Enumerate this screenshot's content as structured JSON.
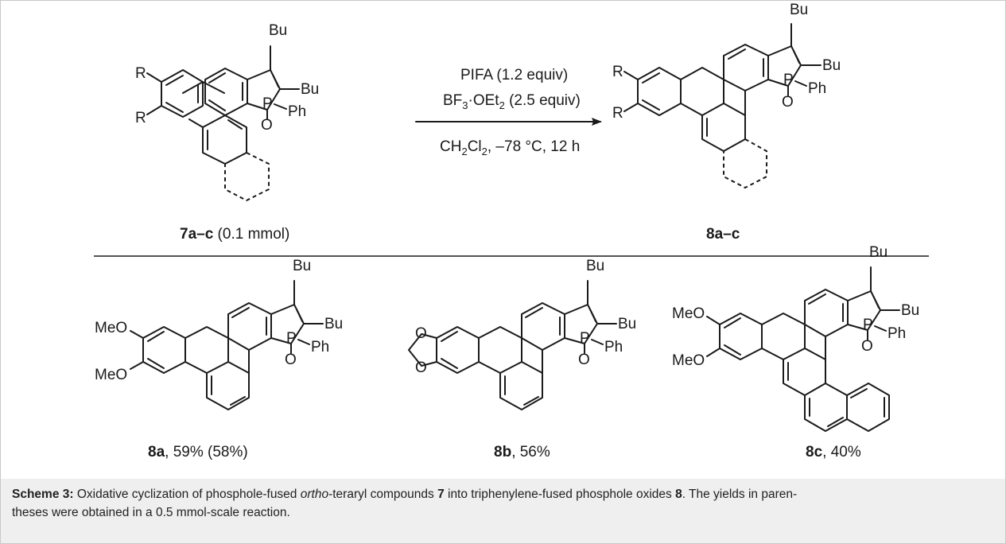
{
  "reaction": {
    "reagent_line1": "PIFA (1.2 equiv)",
    "reagent_line2_a": "BF",
    "reagent_line2_sub": "3",
    "reagent_line2_b": "·OEt",
    "reagent_line2_sub2": "2",
    "reagent_line2_c": " (2.5 equiv)",
    "conditions_a": "CH",
    "conditions_sub1": "2",
    "conditions_b": "Cl",
    "conditions_sub2": "2",
    "conditions_c": ", –78 °C, 12 h"
  },
  "labels": {
    "bu": "Bu",
    "ph": "Ph",
    "p": "P",
    "o": "O",
    "r": "R",
    "meo": "MeO"
  },
  "starting_material": {
    "id": "7a–c",
    "amount": " (0.1 mmol)"
  },
  "product": {
    "id": "8a–c"
  },
  "examples": [
    {
      "id": "8a",
      "yield": ", 59% (58%)"
    },
    {
      "id": "8b",
      "yield": ", 56%"
    },
    {
      "id": "8c",
      "yield": ", 40%"
    }
  ],
  "caption": {
    "scheme_label": "Scheme 3:",
    "text1": " Oxidative cyclization of phosphole-fused ",
    "italic": "ortho",
    "text2": "-teraryl compounds ",
    "bold1": "7",
    "text3": " into triphenylene-fused phosphole oxides ",
    "bold2": "8",
    "text4": ". The yields in paren-",
    "line2": "theses were obtained in a 0.5 mmol-scale reaction."
  }
}
